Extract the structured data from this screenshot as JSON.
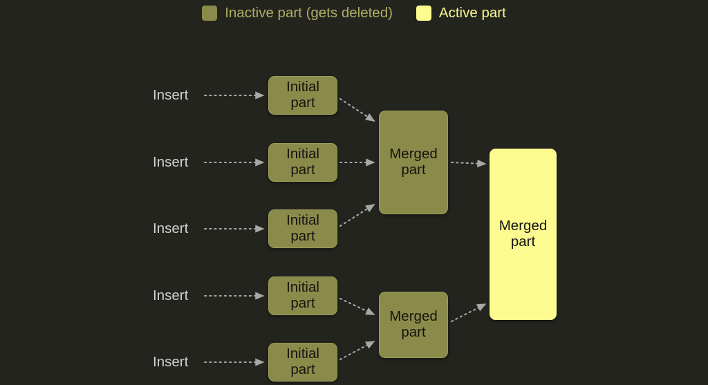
{
  "background_color": "#24241f",
  "legend": {
    "items": [
      {
        "label": "Inactive part (gets deleted)",
        "color": "#8a8a4a",
        "swatch_name": "inactive-swatch"
      },
      {
        "label": "Active part",
        "color": "#fdfa8f",
        "swatch_name": "active-swatch"
      }
    ]
  },
  "diagram": {
    "insert_labels": [
      {
        "text": "Insert"
      },
      {
        "text": "Insert"
      },
      {
        "text": "Insert"
      },
      {
        "text": "Insert"
      },
      {
        "text": "Insert"
      }
    ],
    "initial_parts": [
      {
        "line1": "Initial",
        "line2": "part"
      },
      {
        "line1": "Initial",
        "line2": "part"
      },
      {
        "line1": "Initial",
        "line2": "part"
      },
      {
        "line1": "Initial",
        "line2": "part"
      },
      {
        "line1": "Initial",
        "line2": "part"
      }
    ],
    "merged_parts": [
      {
        "line1": "Merged",
        "line2": "part",
        "state": "inactive"
      },
      {
        "line1": "Merged",
        "line2": "part",
        "state": "inactive"
      }
    ],
    "final_part": {
      "line1": "Merged",
      "line2": "part",
      "state": "active"
    },
    "arrow_color": "#a8a8a8",
    "arrow_style": "dotted"
  }
}
